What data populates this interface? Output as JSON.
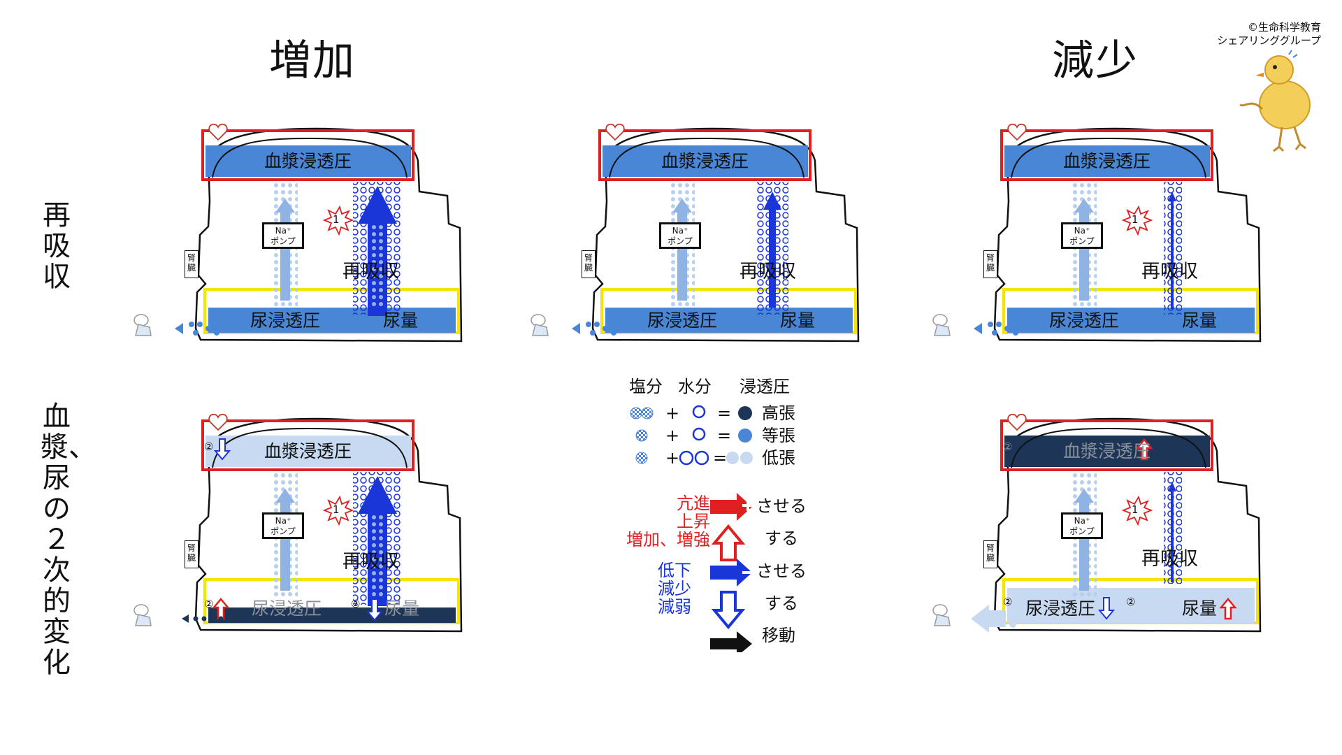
{
  "titles": {
    "left": "増加",
    "right": "減少"
  },
  "credit": {
    "line1": "©生命科学教育",
    "line2": "シェアリンググループ"
  },
  "row_labels": {
    "top": "再吸収",
    "bottom": "血漿、尿の２次的変化"
  },
  "panel_labels": {
    "plasma": "血漿浸透圧",
    "urine_osm": "尿浸透圧",
    "urine_vol": "尿量",
    "reabsorption": "再吸収",
    "kidney": "腎臓",
    "pump_na": "Na⁺",
    "pump_name": "ポンプ",
    "marker1": "1",
    "marker2": "②"
  },
  "legend": {
    "headers": {
      "salt": "塩分",
      "water": "水分",
      "osm": "浸透圧"
    },
    "ops": {
      "plus": "+",
      "eq": "="
    },
    "levels": {
      "high": "高張",
      "iso": "等張",
      "low": "低張"
    },
    "red_terms": {
      "line1": "亢進",
      "line2": "上昇",
      "line3": "増加、増強"
    },
    "blue_terms": {
      "line1": "低下",
      "line2": "減少",
      "line3": "減弱"
    },
    "actions": {
      "make_up": "させる",
      "do_up": "する",
      "make_down": "させる",
      "do_down": "する",
      "move": "移動"
    }
  },
  "colors": {
    "red": "#e02020",
    "yellow": "#f5e400",
    "mid_blue": "#4a86d6",
    "light_blue": "#c8daf2",
    "navy": "#1d3557",
    "strong_blue": "#1a35d8"
  }
}
